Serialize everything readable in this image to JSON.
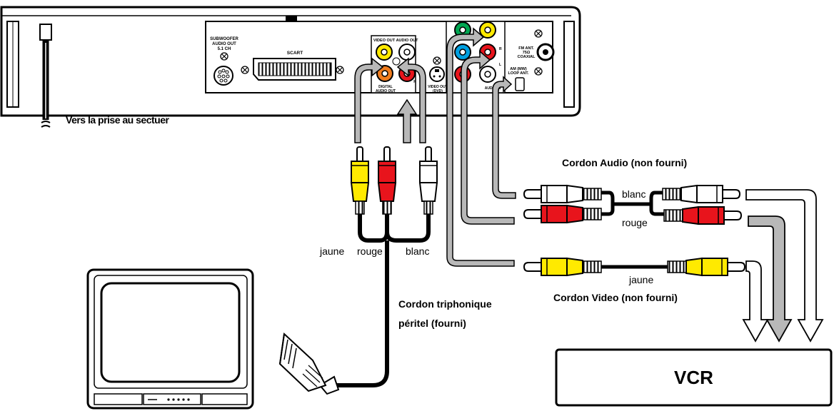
{
  "labels": {
    "power_note": "Vers la prise au sectuer",
    "audio_cord": "Cordon Audio (non fourni)",
    "video_cord": "Cordon Video (non fourni)",
    "scart_cord_line1": "Cordon triphonique",
    "scart_cord_line2": "péritel (fourni)",
    "jaune_left": "jaune",
    "rouge_left": "rouge",
    "blanc_left": "blanc",
    "blanc_right": "blanc",
    "rouge_right": "rouge",
    "jaune_right": "jaune",
    "vcr": "VCR"
  },
  "panel": {
    "subwoofer": [
      "SUBWOOFER",
      "AUDIO OUT",
      "5.1 CH"
    ],
    "scart": "SCART",
    "video_out": "VIDEO OUT",
    "audio_out": "AUDIO OUT",
    "digital_audio_out": [
      "DIGITAL",
      "AUDIO OUT"
    ],
    "svideo_out": [
      "VIDEO OUT",
      "(DVD)"
    ],
    "fm_ant": [
      "FM ANT.",
      "75Ω",
      "COAXIAL"
    ],
    "am_ant": [
      "AM (MW)",
      "LOOP ANT."
    ],
    "audio_in": "AUDIO IN",
    "r_label": "R",
    "l_label": "L"
  },
  "colors": {
    "yellow": "#ffea00",
    "red": "#e8141c",
    "white": "#ffffff",
    "green": "#00a651",
    "blue": "#00a0e0",
    "orange": "#f07c1e",
    "arrow_gray": "#b8b8b8"
  }
}
